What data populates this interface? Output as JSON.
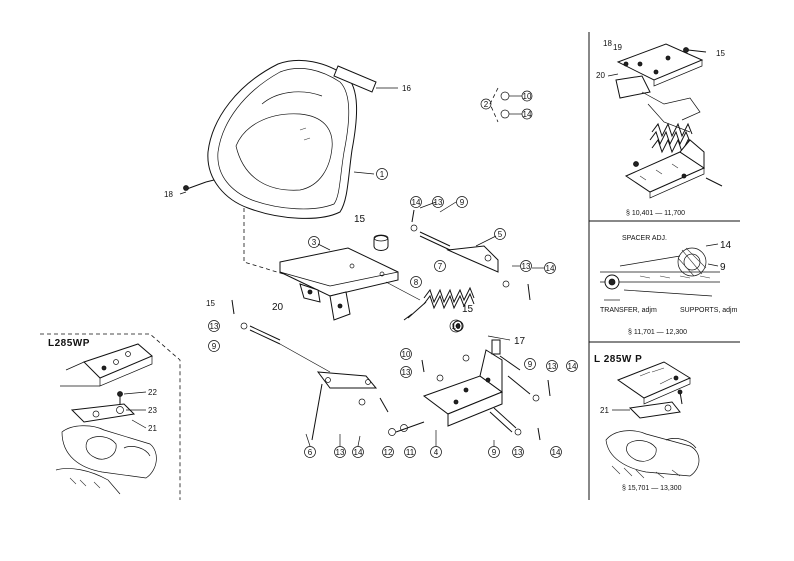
{
  "callouts": {
    "c1": "1",
    "c2": "2",
    "c3": "3",
    "c4": "4",
    "c5": "5",
    "c6": "6",
    "c7": "7",
    "c8": "8",
    "c9": "9",
    "c10": "10",
    "c11": "11",
    "c12": "12",
    "c13": "13",
    "c14": "14",
    "c15": "15",
    "c16": "16",
    "c17": "17",
    "c18": "18",
    "c19": "19",
    "c20": "20",
    "c21": "21",
    "c22": "22",
    "c23": "23"
  },
  "insets": {
    "top_right": {
      "serial": "§ 10,401 — 11,700"
    },
    "middle_right": {
      "serial": "§ 11,701 — 12,300",
      "note_left": "SPACER ADJ.",
      "note_bottom_left": "TRANSFER, adjm",
      "note_bottom_right": "SUPPORTS, adjm"
    },
    "bottom_right": {
      "model": "L 285W P",
      "serial": "§ 15,701 — 13,300"
    },
    "left": {
      "model": "L285WP"
    }
  }
}
